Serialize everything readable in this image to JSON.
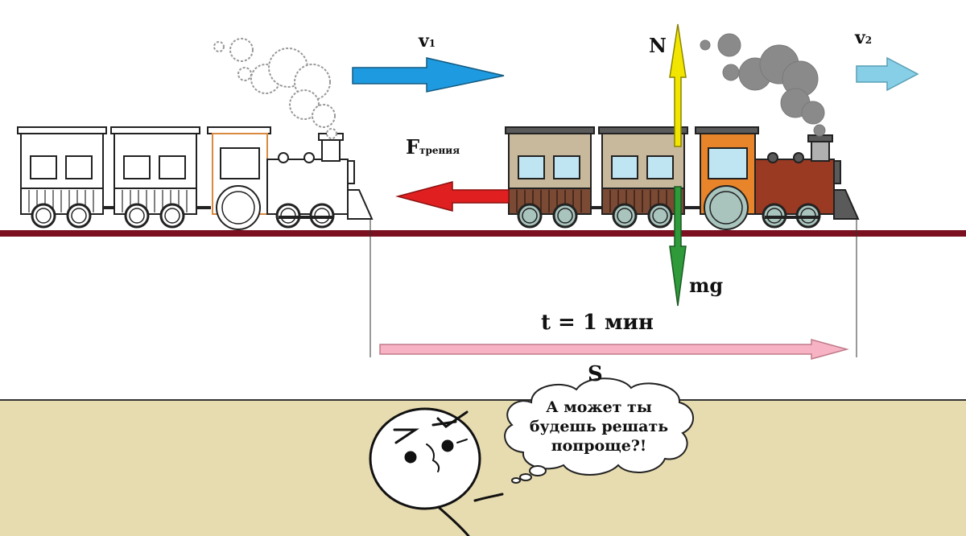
{
  "labels": {
    "v1": "v",
    "v1_sub": "1",
    "v2": "v",
    "v2_sub": "2",
    "friction": "F",
    "friction_sub": "трения",
    "normal": "N",
    "gravity": "mg",
    "time": "t = 1 мин",
    "distance": "S"
  },
  "speech_bubble": {
    "line1": "А может ты",
    "line2": "будешь решать",
    "line3": "попроще?!"
  },
  "colors": {
    "v1_arrow": "#1e9be0",
    "v2_arrow": "#86cfe6",
    "friction_arrow": "#e02020",
    "normal_arrow": "#f2e600",
    "gravity_arrow": "#2f9a3a",
    "distance_arrow": "#f7b3c4",
    "rail": "#7a1020",
    "ground": "#e7dbb0",
    "car_body": "#c9b99c",
    "car_base": "#7a4a35",
    "loco_cab": "#e8842a",
    "loco_body": "#9a3a22",
    "wheel": "#a8c4bd"
  },
  "icons": [
    "steam-smoke-icon",
    "rage-face-icon",
    "thought-bubble-icon"
  ]
}
